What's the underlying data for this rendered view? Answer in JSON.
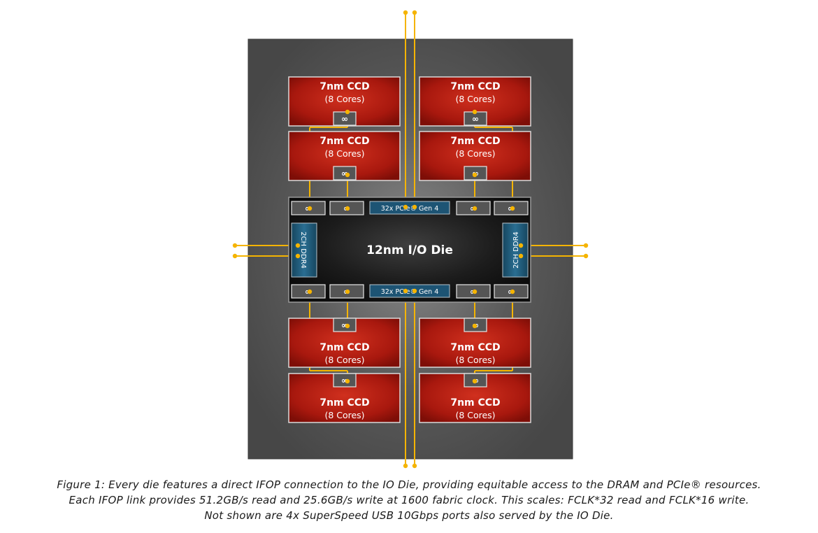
{
  "io_die": {
    "label": "12nm I/O Die",
    "pcie_top_label": "32x PCIe® Gen 4",
    "pcie_bottom_label": "32x PCIe® Gen 4",
    "ddr_left_label": "2CH DDR4",
    "ddr_right_label": "2CH DDR4",
    "ifop_symbol": "∞"
  },
  "ccds": [
    {
      "title": "7nm CCD",
      "subtitle": "(8 Cores)",
      "ifop": "∞"
    },
    {
      "title": "7nm CCD",
      "subtitle": "(8 Cores)",
      "ifop": "∞"
    },
    {
      "title": "7nm CCD",
      "subtitle": "(8 Cores)",
      "ifop": "∞"
    },
    {
      "title": "7nm CCD",
      "subtitle": "(8 Cores)",
      "ifop": "∞"
    },
    {
      "title": "7nm CCD",
      "subtitle": "(8 Cores)",
      "ifop": "∞"
    },
    {
      "title": "7nm CCD",
      "subtitle": "(8 Cores)",
      "ifop": "∞"
    },
    {
      "title": "7nm CCD",
      "subtitle": "(8 Cores)",
      "ifop": "∞"
    },
    {
      "title": "7nm CCD",
      "subtitle": "(8 Cores)",
      "ifop": "∞"
    }
  ],
  "caption": {
    "line1": "Figure 1: Every die features a direct IFOP connection to the IO Die, providing equitable access to the DRAM and PCIe® resources.",
    "line2": "Each IFOP link provides 51.2GB/s read and 25.6GB/s write at 1600 fabric clock. This scales: FCLK*32 read and FCLK*16 write.",
    "line3": "Not shown are 4x SuperSpeed USB 10Gbps ports also served by the IO Die."
  },
  "colors": {
    "package": "#555555",
    "ccd_red": "#b01c10",
    "link_orange": "#f5b400",
    "ddr_blue": "#1d5474"
  }
}
